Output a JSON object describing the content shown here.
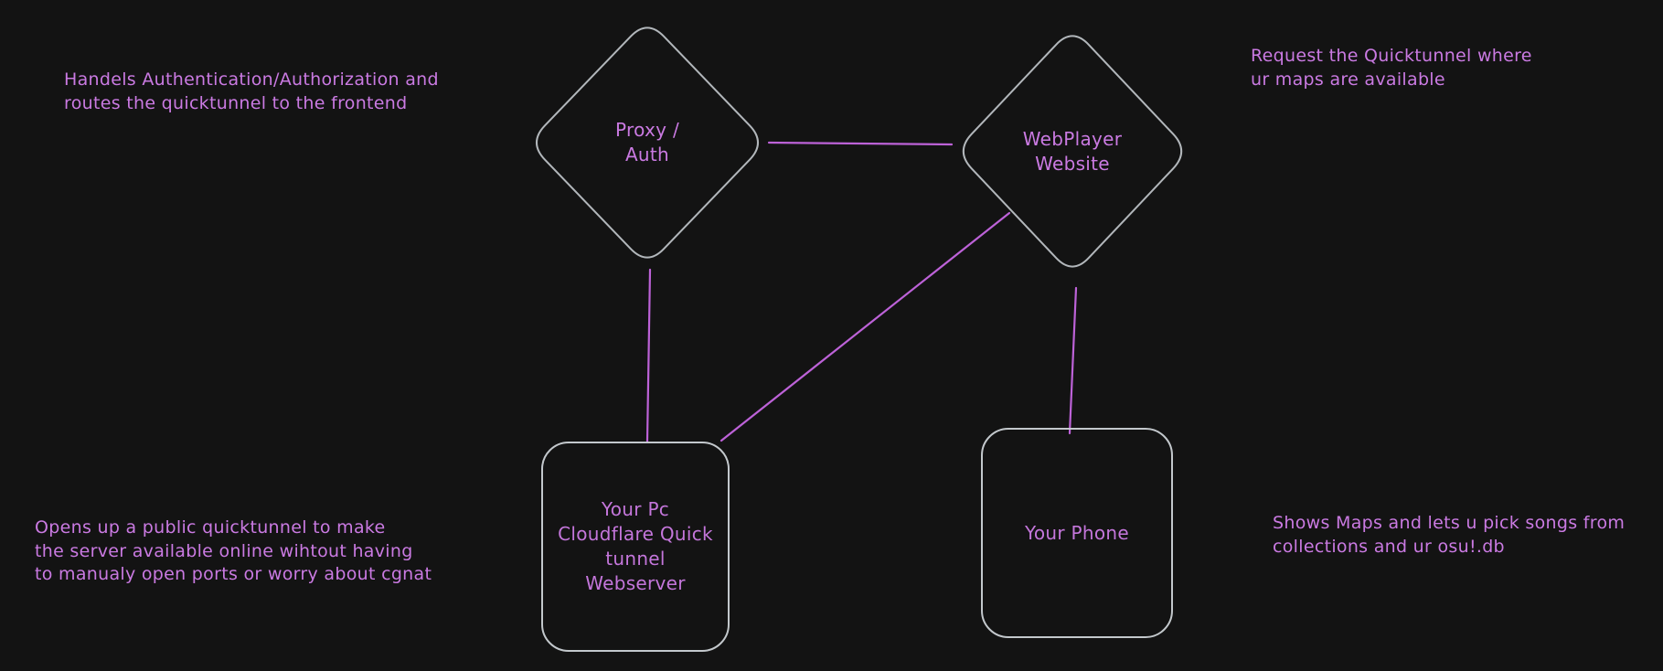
{
  "theme": {
    "background": "#131313",
    "shape_stroke": "#c9ced3",
    "text_color": "#ca7ae2",
    "connector_color": "#bd62d8"
  },
  "nodes": {
    "proxy": {
      "lines": [
        "Proxy /",
        "Auth"
      ]
    },
    "webplayer": {
      "lines": [
        "WebPlayer",
        "Website"
      ]
    },
    "pc_webserver": {
      "lines": [
        "Your Pc",
        "Cloudflare Quick",
        "tunnel",
        "Webserver"
      ]
    },
    "phone": {
      "lines": [
        "Your Phone"
      ]
    }
  },
  "annotations": {
    "proxy_note": {
      "lines": [
        "Handels Authentication/Authorization and",
        "routes the quicktunnel to the frontend"
      ]
    },
    "webplayer_note": {
      "lines": [
        "Request the Quicktunnel where",
        "ur maps are available"
      ]
    },
    "pc_note": {
      "lines": [
        "Opens up a public quicktunnel to make",
        "the server available online wihtout having",
        "to manualy open ports or worry about cgnat"
      ]
    },
    "phone_note": {
      "lines": [
        "Shows Maps and lets u pick songs from",
        "collections and ur osu!.db"
      ]
    }
  },
  "connectors": [
    {
      "name": "proxy-to-webplayer"
    },
    {
      "name": "proxy-to-pc-webserver"
    },
    {
      "name": "webplayer-to-pc-webserver"
    },
    {
      "name": "webplayer-to-phone"
    }
  ]
}
